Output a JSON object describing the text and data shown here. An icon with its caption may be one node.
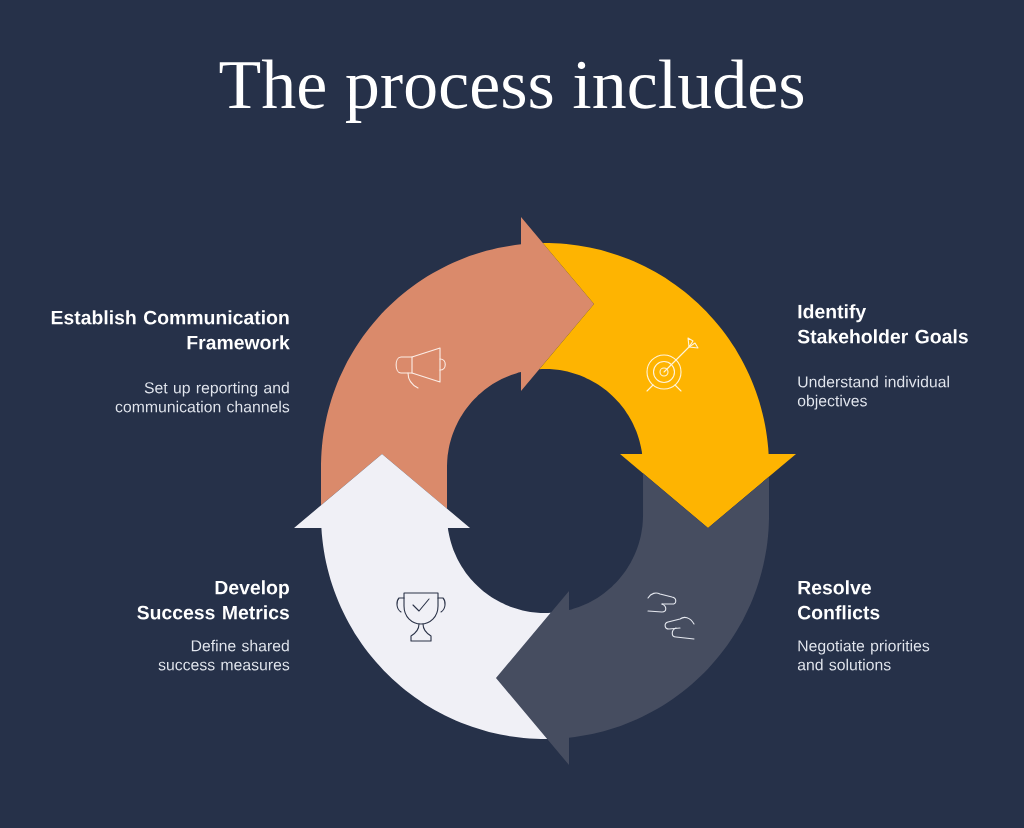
{
  "diagram": {
    "title": "The process includes",
    "nodes": [
      {
        "text": [],
        "shape": "arrow",
        "beside": [
          "Establish Communication Framework",
          "Set up reporting and communication channels"
        ]
      },
      {
        "text": [],
        "shape": "arrow",
        "beside": [
          "Identify Stakeholder Goals",
          "Understand individual objectives"
        ]
      },
      {
        "text": [],
        "shape": "arrow",
        "beside": [
          "Resolve Conflicts",
          "Negotiate priorities and solutions"
        ]
      },
      {
        "text": [],
        "shape": "arrow",
        "beside": [
          "Develop Success Metrics",
          "Define shared success measures"
        ]
      }
    ]
  }
}
